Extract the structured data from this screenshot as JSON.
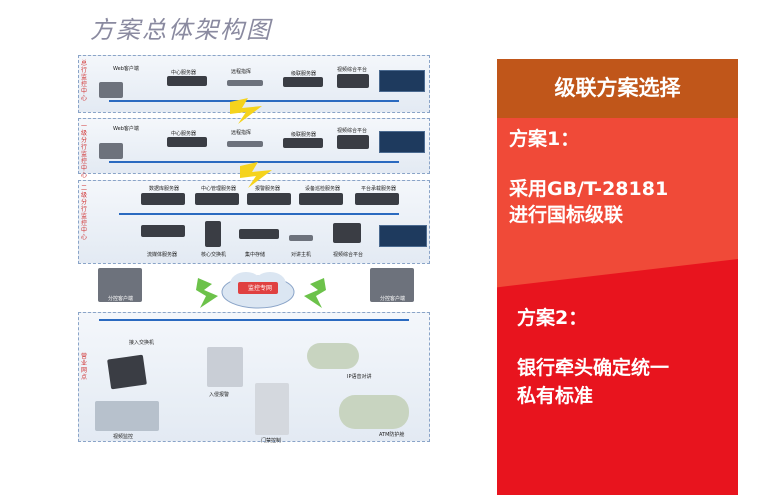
{
  "title": "方案总体架构图",
  "diagram": {
    "panel_hq": {
      "label": "总行监控中心",
      "nodes": [
        "Web客户端",
        "中心服务器",
        "远程指挥",
        "级联服务器",
        "视频综合平台"
      ]
    },
    "panel_branch1": {
      "label": "一级分行监控中心",
      "nodes": [
        "Web客户端",
        "中心服务器",
        "远程指挥",
        "级联服务器",
        "视频综合平台"
      ]
    },
    "panel_branch2": {
      "label": "二级分行监控中心",
      "nodes_top": [
        "数据库服务器",
        "中心管理服务器",
        "报警服务器",
        "设备巡检服务器",
        "平台承载服务器"
      ],
      "nodes_bottom": [
        "流媒体服务器",
        "核心交换机",
        "集中存储",
        "对讲主机",
        "视频综合平台"
      ]
    },
    "clients": [
      "分控客户端",
      "分控客户端"
    ],
    "network_label": "监控专网",
    "panel_outlet": {
      "label": "营业网点",
      "nodes": [
        "接入交换机",
        "入侵报警",
        "视频监控",
        "门禁控制",
        "IP语音对讲",
        "ATM防护舱"
      ]
    }
  },
  "right": {
    "header": "级联方案选择",
    "option1_title": "方案1：",
    "option1_line1": "采用GB/T-28181",
    "option1_line2": "进行国标级联",
    "option2_title": "方案2：",
    "option2_line1": "银行牵头确定统一",
    "option2_line2": "私有标准"
  },
  "colors": {
    "header_bg": "#c0561a",
    "option1_bg": "#f04a38",
    "option2_bg": "#e8141e",
    "title": "#8a8aa0",
    "panel_label": "#d03030"
  }
}
